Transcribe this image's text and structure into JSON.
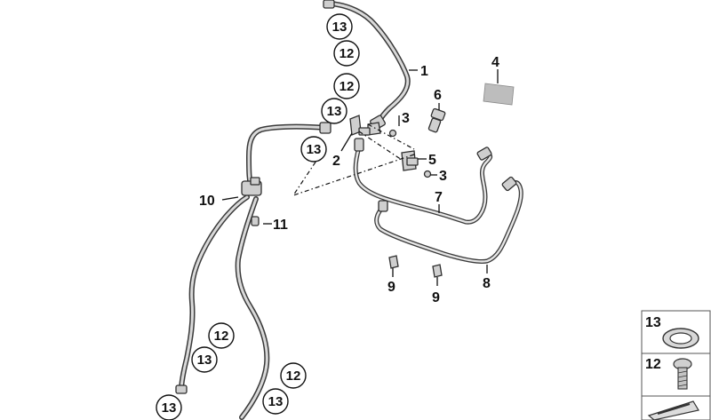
{
  "diagram": {
    "part_labels": {
      "p1": "1",
      "p2": "2",
      "p3a": "3",
      "p3b": "3",
      "p4": "4",
      "p5": "5",
      "p6": "6",
      "p7": "7",
      "p8": "8",
      "p9a": "9",
      "p9b": "9",
      "p10": "10",
      "p11": "11"
    },
    "circled_labels": {
      "c1": "13",
      "c2": "12",
      "c3": "12",
      "c4": "13",
      "c5": "13",
      "c6": "12",
      "c7": "13",
      "c8": "13",
      "c9": "12",
      "c10": "13"
    },
    "legend": {
      "item1": "13",
      "item2": "12"
    }
  }
}
